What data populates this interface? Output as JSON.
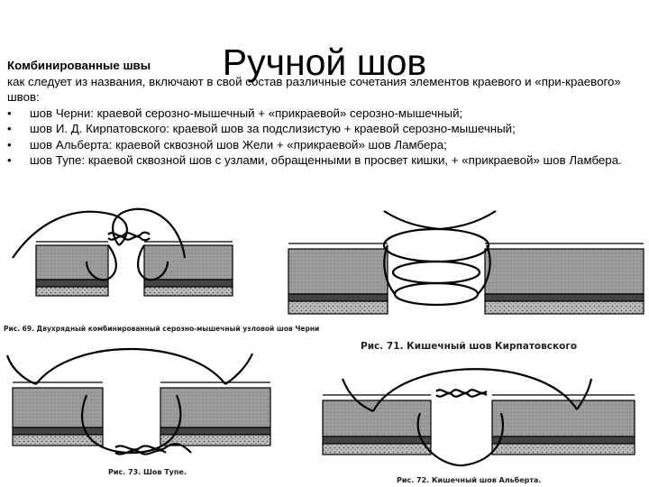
{
  "title": "Ручной шов",
  "section_heading": "Комбинированные швы",
  "intro": "как следует из названия, включают в свой состав различные сочетания элементов краевого и «при-краевого» швов:",
  "bullets": [
    {
      "marker": "•",
      "text": "шов Черни: краевой серозно-мышечный + «прикраевой» серозно-мышечный;"
    },
    {
      "marker": "•",
      "text": "шов И. Д. Кирпатовского: краевой шов за подслизистую + краевой серозно-мышечный;"
    },
    {
      "marker": "•",
      "text": "шов Альберта: краевой сквозной шов Жели + «прикраевой» шов Ламбера;"
    },
    {
      "marker": "•",
      "text": "шов Тупе: краевой сквозной шов с узлами, обращенными в просвет кишки, + «прикраевой» шов Ламбера."
    }
  ],
  "figures": {
    "fig69": "Рис. 69. Двухрядный комбинированный серозно-мышечный узловой шов Черни",
    "fig71": "Рис. 71. Кишечный шов Кирпатовского",
    "fig73": "Рис. 73. Шов Тупе.",
    "fig72": "Рис. 72. Кишечный шов Альберта."
  },
  "colors": {
    "tissue_fill": "#9a9a9a",
    "muscle_band": "#444444",
    "submucosa": "#d8d8d8",
    "thread": "#000000",
    "background": "#ffffff"
  }
}
